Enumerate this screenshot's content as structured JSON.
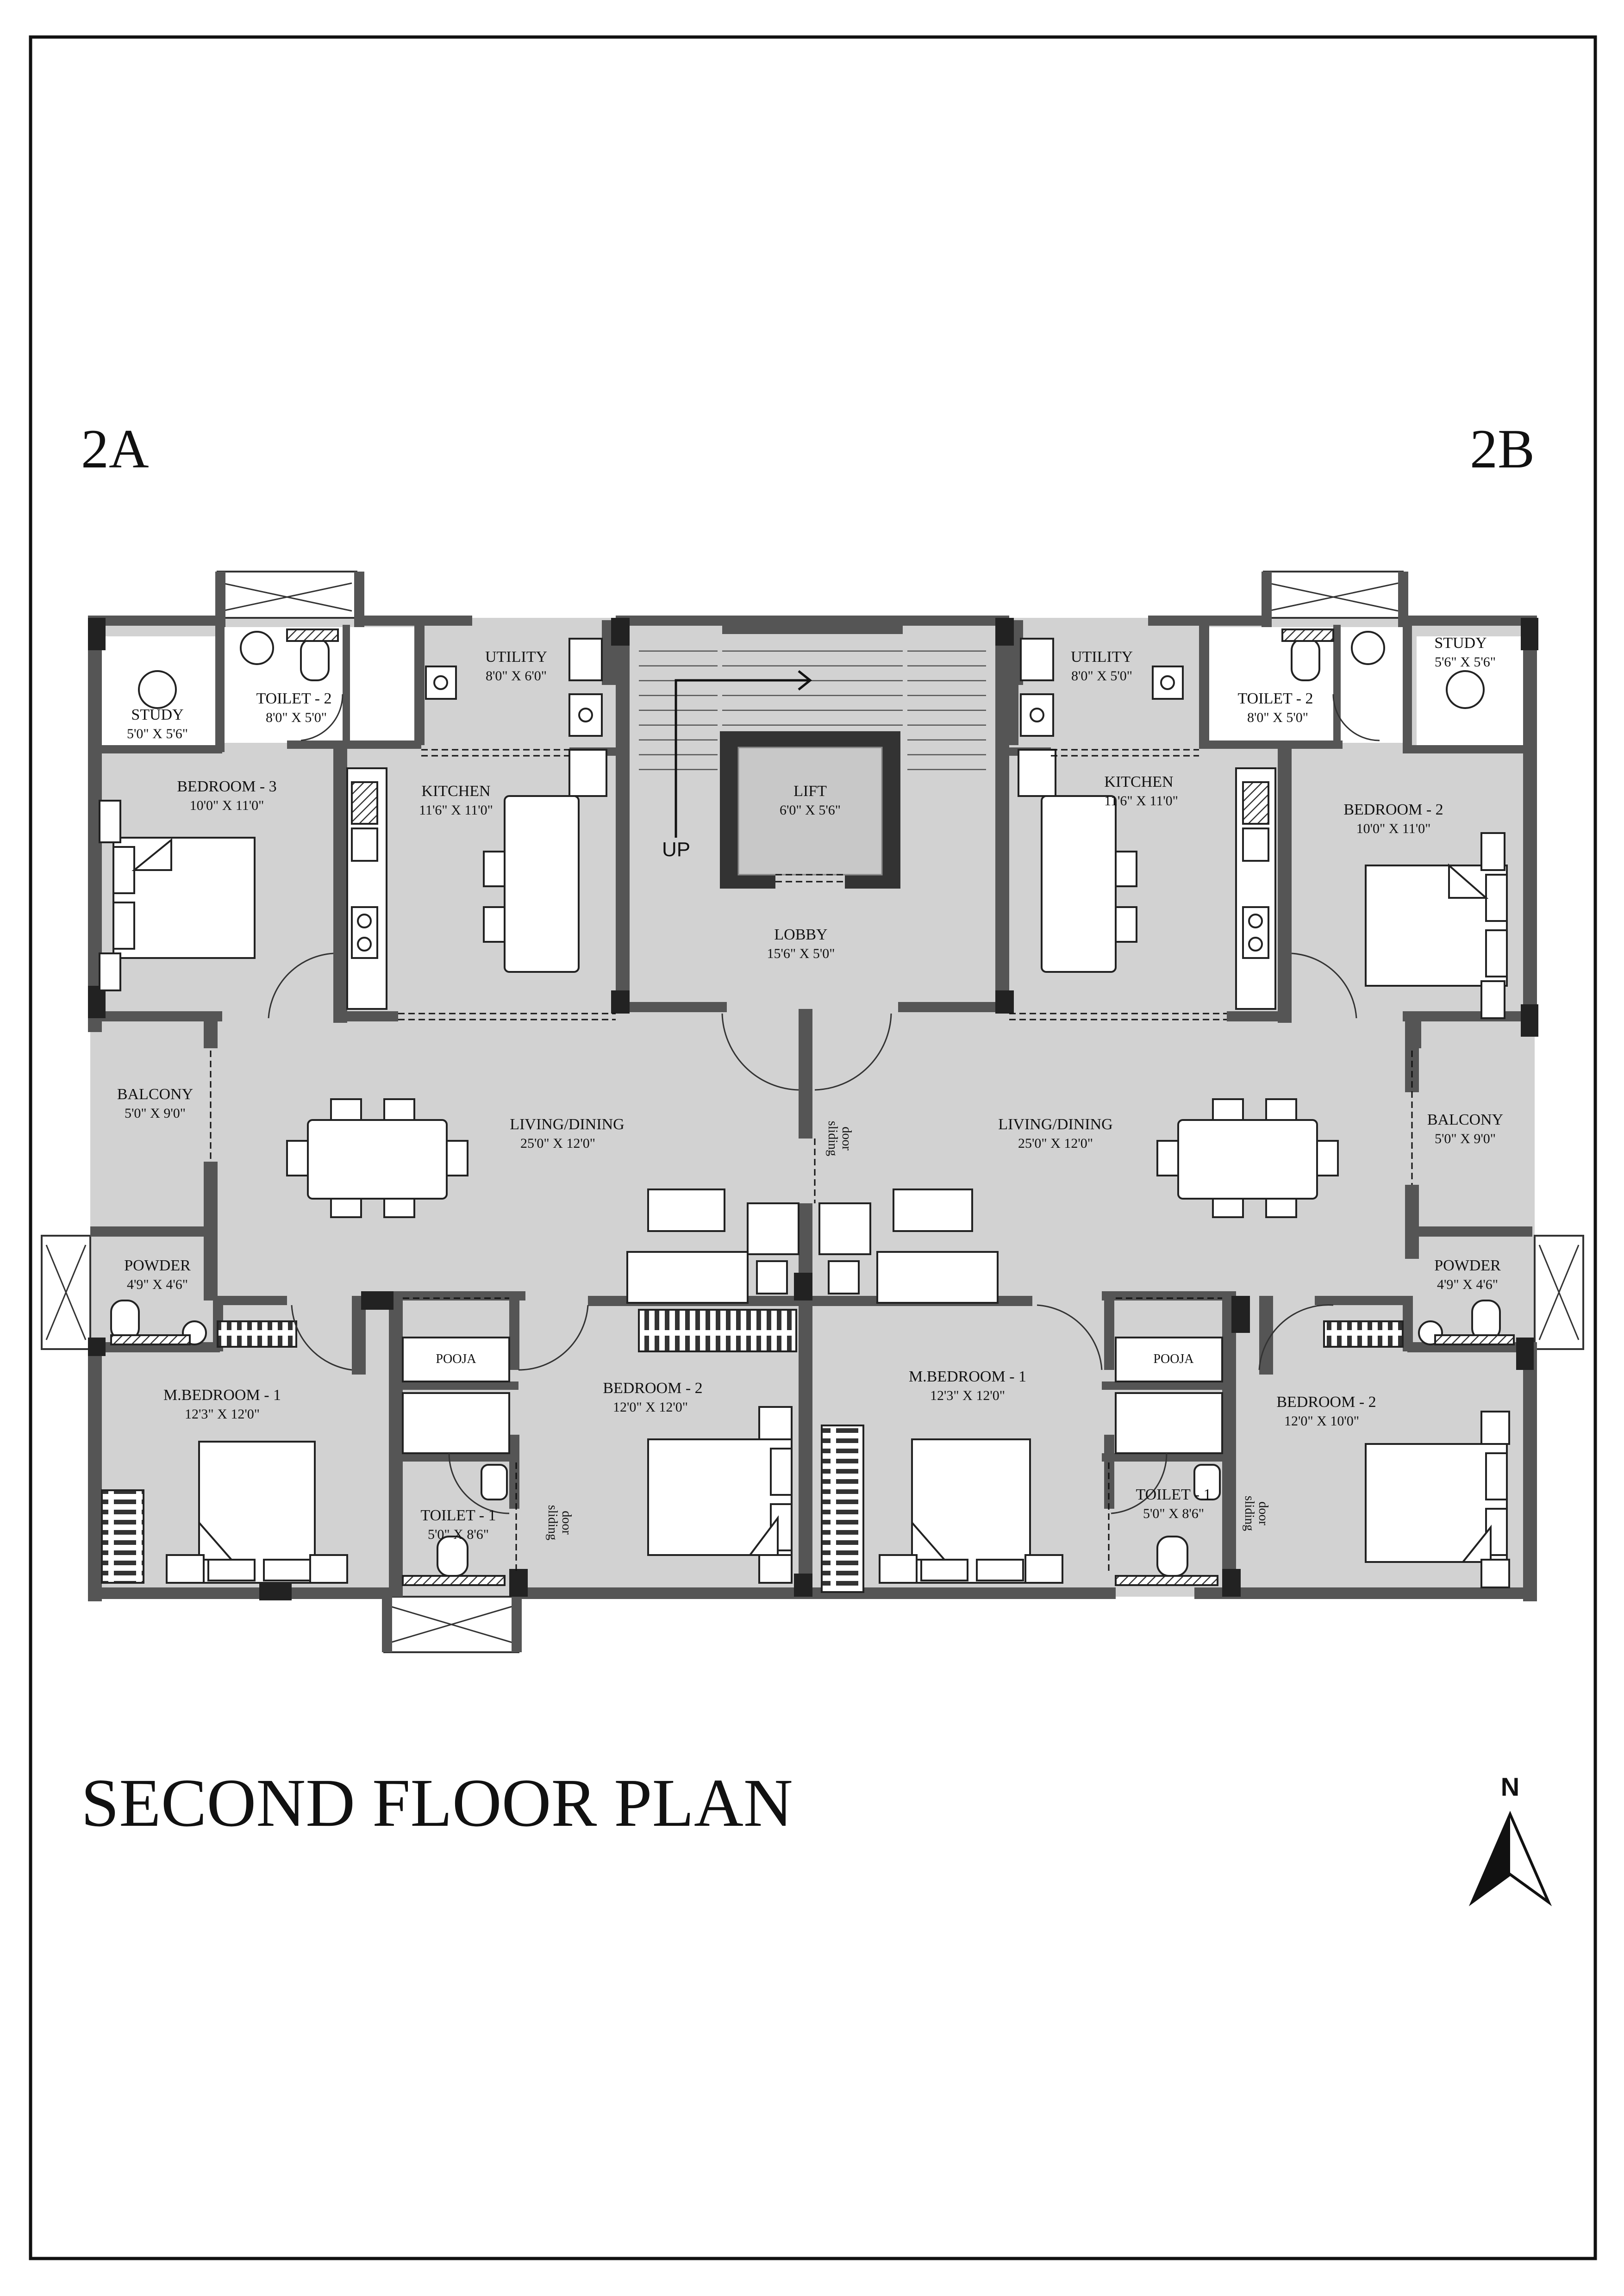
{
  "units": {
    "left": "2A",
    "right": "2B"
  },
  "title": "SECOND FLOOR PLAN",
  "north": "N",
  "stair": {
    "up": "UP"
  },
  "core": {
    "lift": {
      "name": "LIFT",
      "dim": "6'0\" X 5'6\""
    },
    "lobby": {
      "name": "LOBBY",
      "dim": "15'6\" X 5'0\""
    }
  },
  "rooms2A": {
    "study": {
      "name": "STUDY",
      "dim": "5'0\" X 5'6\""
    },
    "toilet2": {
      "name": "TOILET - 2",
      "dim": "8'0\" X 5'0\""
    },
    "utility": {
      "name": "UTILITY",
      "dim": "8'0\" X 6'0\""
    },
    "bedroom3": {
      "name": "BEDROOM - 3",
      "dim": "10'0\" X 11'0\""
    },
    "kitchen": {
      "name": "KITCHEN",
      "dim": "11'6\" X 11'0\""
    },
    "balcony": {
      "name": "BALCONY",
      "dim": "5'0\" X 9'0\""
    },
    "living": {
      "name": "LIVING/DINING",
      "dim": "25'0\" X 12'0\""
    },
    "powder": {
      "name": "POWDER",
      "dim": "4'9\" X 4'6\""
    },
    "mbedroom": {
      "name": "M.BEDROOM - 1",
      "dim": "12'3\" X 12'0\""
    },
    "pooja": {
      "name": "POOJA"
    },
    "bedroom2": {
      "name": "BEDROOM - 2",
      "dim": "12'0\" X 12'0\""
    },
    "toilet1": {
      "name": "TOILET - 1",
      "dim": "5'0\" X 8'6\""
    },
    "sliding1": "sliding",
    "sliding2": "door"
  },
  "rooms2B": {
    "study": {
      "name": "STUDY",
      "dim": "5'6\" X 5'6\""
    },
    "toilet2": {
      "name": "TOILET - 2",
      "dim": "8'0\" X 5'0\""
    },
    "utility": {
      "name": "UTILITY",
      "dim": "8'0\" X 5'0\""
    },
    "bedroom2": {
      "name": "BEDROOM - 2",
      "dim": "10'0\" X 11'0\""
    },
    "kitchen": {
      "name": "KITCHEN",
      "dim": "11'6\" X 11'0\""
    },
    "balcony": {
      "name": "BALCONY",
      "dim": "5'0\" X 9'0\""
    },
    "living": {
      "name": "LIVING/DINING",
      "dim": "25'0\" X 12'0\""
    },
    "powder": {
      "name": "POWDER",
      "dim": "4'9\" X 4'6\""
    },
    "mbedroom": {
      "name": "M.BEDROOM - 1",
      "dim": "12'3\" X 12'0\""
    },
    "pooja": {
      "name": "POOJA"
    },
    "bedroom2b": {
      "name": "BEDROOM - 2",
      "dim": "12'0\" X 10'0\""
    },
    "toilet1": {
      "name": "TOILET - 1",
      "dim": "5'0\" X 8'6\""
    },
    "sliding1": "sliding",
    "sliding2": "door"
  },
  "center": {
    "sliding1": "sliding",
    "sliding2": "door"
  },
  "colors": {
    "floor": "#d2d2d2",
    "wall": "#555555",
    "wall_dark": "#222222",
    "furniture": "#ffffff",
    "ink": "#111111"
  }
}
